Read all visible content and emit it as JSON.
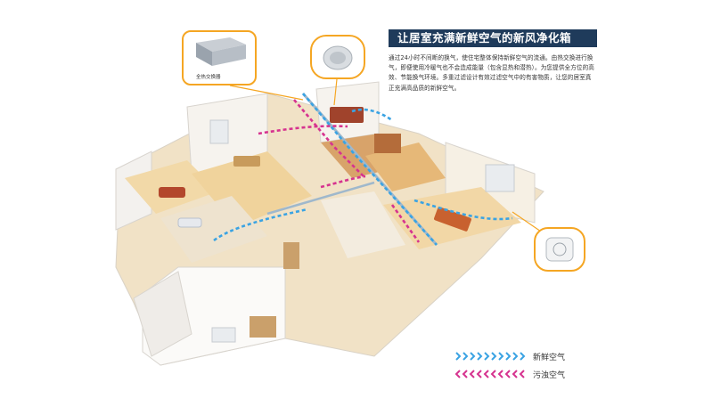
{
  "title": "让居室充满新鲜空气的新风净化箱",
  "description": "通过24小时不间断的换气，使住宅整体保持新鲜空气的流通。由热交换进行换气，即便使用冷暖气也不会造成能量（包含显热和潜热）。为您提供全方位的高效、节能换气环境。多重过滤设计有效过滤空气中的有害物质，让您的居室真正充满高品质的新鲜空气。",
  "callouts": {
    "exchanger_label": "全热交换器"
  },
  "legend": [
    {
      "label": "新鲜空气",
      "color": "#3aa3e3"
    },
    {
      "label": "污浊空气",
      "color": "#d6338f"
    }
  ],
  "colors": {
    "accent_orange": "#f5a623",
    "title_bg": "#1f3b5b",
    "fresh_air": "#3aa3e3",
    "stale_air": "#d6338f"
  }
}
